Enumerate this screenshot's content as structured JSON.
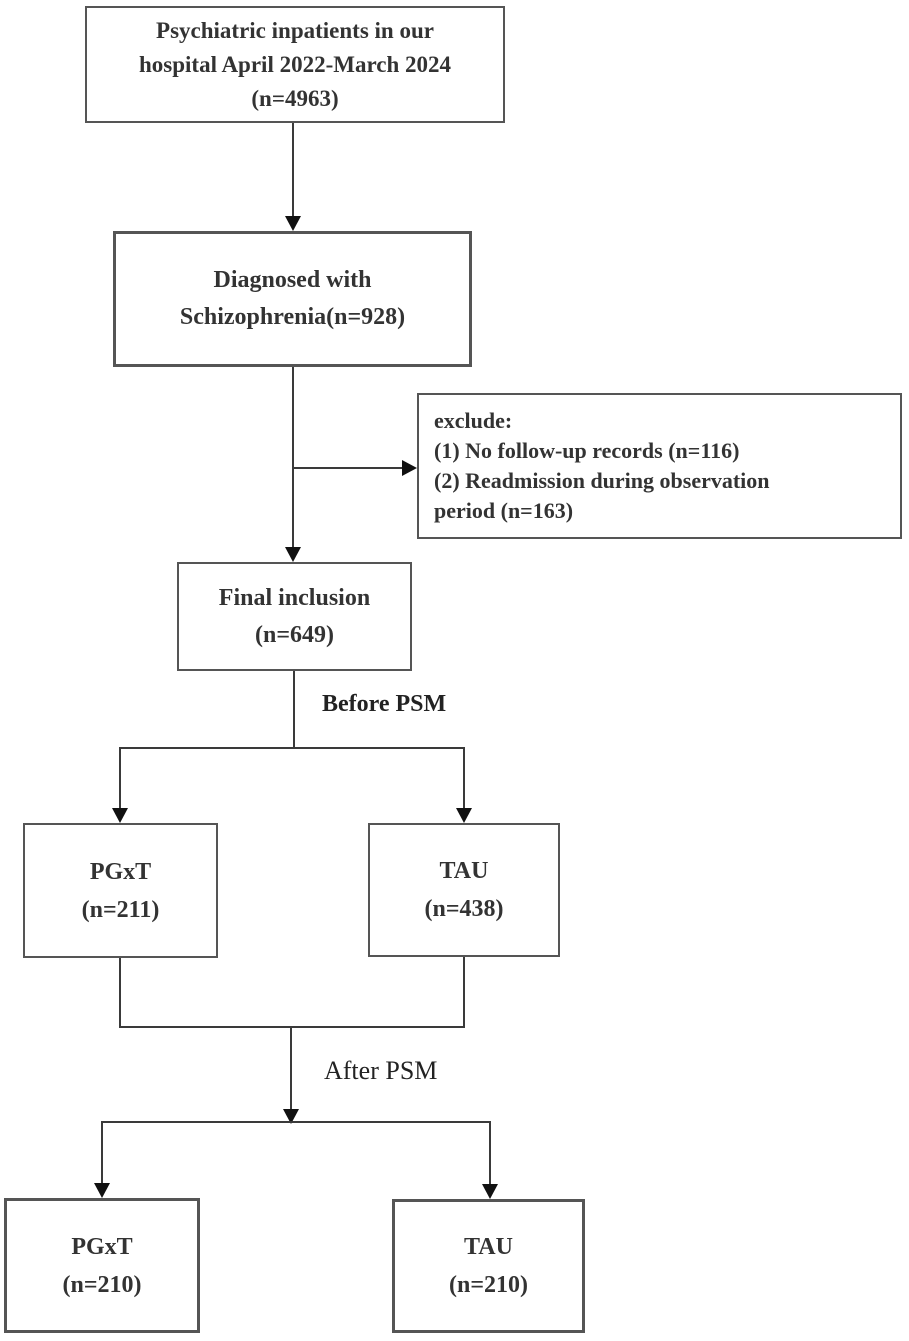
{
  "figure": {
    "boxes": {
      "population": {
        "lines": [
          "Psychiatric inpatients in our",
          "hospital April 2022-March 2024",
          "(n=4963)"
        ]
      },
      "diagnosed": {
        "lines": [
          "Diagnosed with",
          "Schizophrenia(n=928)"
        ]
      },
      "excluded": {
        "lines": [
          "exclude:",
          "(1) No follow-up records (n=116)",
          "(2) Readmission during observation",
          "period (n=163)"
        ]
      },
      "final": {
        "lines": [
          "Final inclusion",
          "(n=649)"
        ]
      },
      "pgxt_before": {
        "lines": [
          "PGxT",
          "(n=211)"
        ]
      },
      "tau_before": {
        "lines": [
          "TAU",
          "(n=438)"
        ]
      },
      "pgxt_after": {
        "lines": [
          "PGxT",
          "(n=210)"
        ]
      },
      "tau_after": {
        "lines": [
          "TAU",
          "(n=210)"
        ]
      }
    },
    "labels": {
      "before_psm": "Before PSM",
      "after_psm": "After PSM"
    },
    "colors": {
      "border": "#555555",
      "line": "#3a3a3a",
      "arrow": "#111111",
      "text": "#333333"
    }
  }
}
